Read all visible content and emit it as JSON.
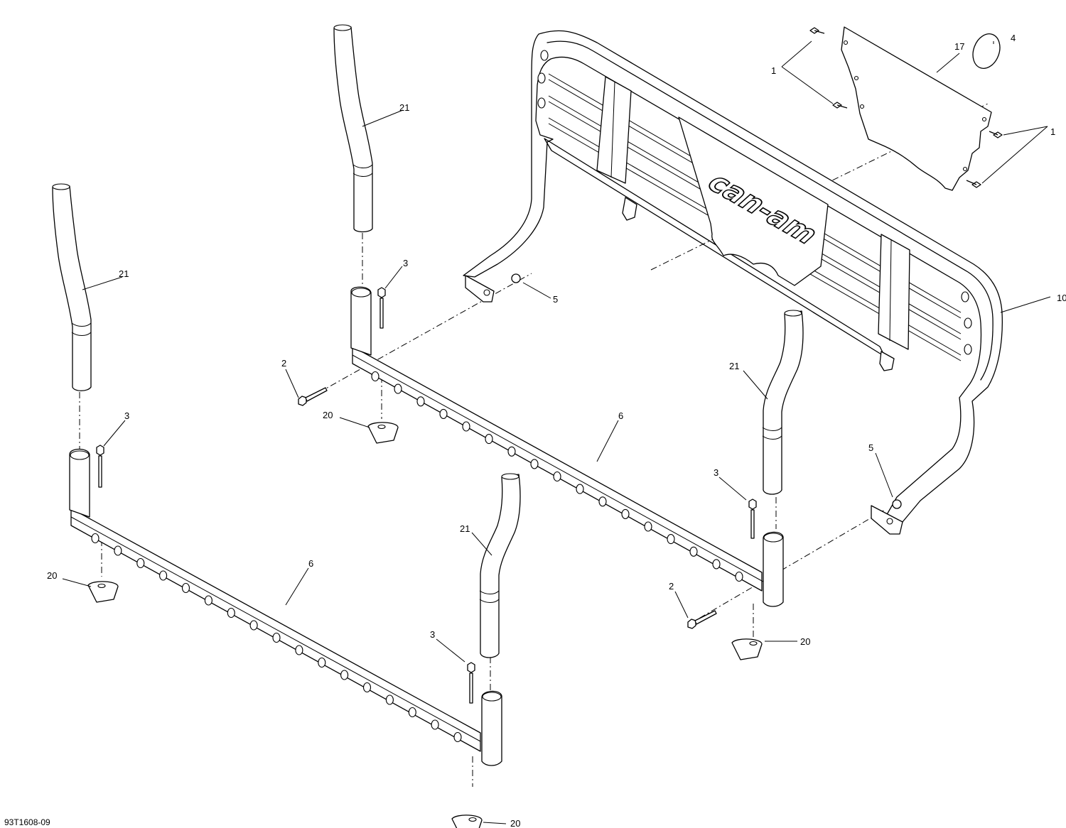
{
  "drawing_id": "93T1608-09",
  "brand_logo_text": "can-am",
  "callouts": {
    "c1a": "1",
    "c1b": "1",
    "c2a": "2",
    "c2b": "2",
    "c3a": "3",
    "c3b": "3",
    "c3c": "3",
    "c3d": "3",
    "c4": "4",
    "c5a": "5",
    "c5b": "5",
    "c6a": "6",
    "c6b": "6",
    "c10": "10",
    "c17": "17",
    "c20a": "20",
    "c20b": "20",
    "c20c": "20",
    "c20d": "20",
    "c21a": "21",
    "c21b": "21",
    "c21c": "21",
    "c21d": "21"
  }
}
